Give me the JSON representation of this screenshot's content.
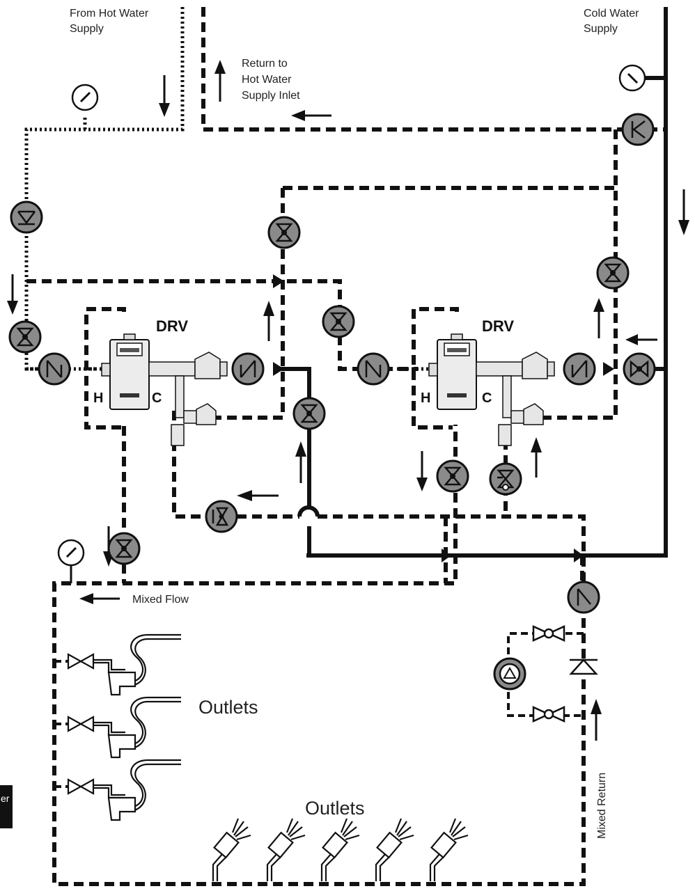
{
  "labels": {
    "hot_supply_line1": "From Hot Water",
    "hot_supply_line2": "Supply",
    "cold_supply_line1": "Cold Water",
    "cold_supply_line2": "Supply",
    "return_line1": "Return to",
    "return_line2": "Hot Water",
    "return_line3": "Supply Inlet",
    "drv_left": "DRV",
    "drv_right": "DRV",
    "hot_port_left": "H",
    "cold_port_left": "C",
    "hot_port_right": "H",
    "cold_port_right": "C",
    "mixed_flow": "Mixed Flow",
    "outlets_upper": "Outlets",
    "outlets_lower": "Outlets",
    "mixed_return": "Mixed Return",
    "side_tab": "er"
  },
  "icons": {
    "valve": "ball-valve-icon",
    "check": "check-valve-icon",
    "gauge": "pressure-gauge-icon",
    "pump": "circulator-pump-icon",
    "fixture": "lavatory-faucet-icon",
    "shower": "shower-head-icon"
  },
  "colors": {
    "line": "#111111",
    "valve_fill": "#8a8a8a",
    "background": "#ffffff"
  }
}
